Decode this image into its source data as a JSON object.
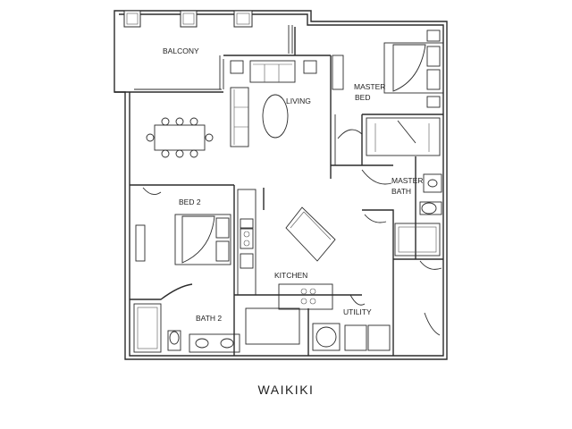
{
  "plan_name": "WAIKIKI",
  "rooms": {
    "balcony": "BALCONY",
    "living": "LIVING",
    "master_bed_line1": "MASTER",
    "master_bed_line2": "BED",
    "master_bath_line1": "MASTER",
    "master_bath_line2": "BATH",
    "bed2": "BED 2",
    "kitchen": "KITCHEN",
    "utility": "UTILITY",
    "bath2": "BATH 2"
  }
}
